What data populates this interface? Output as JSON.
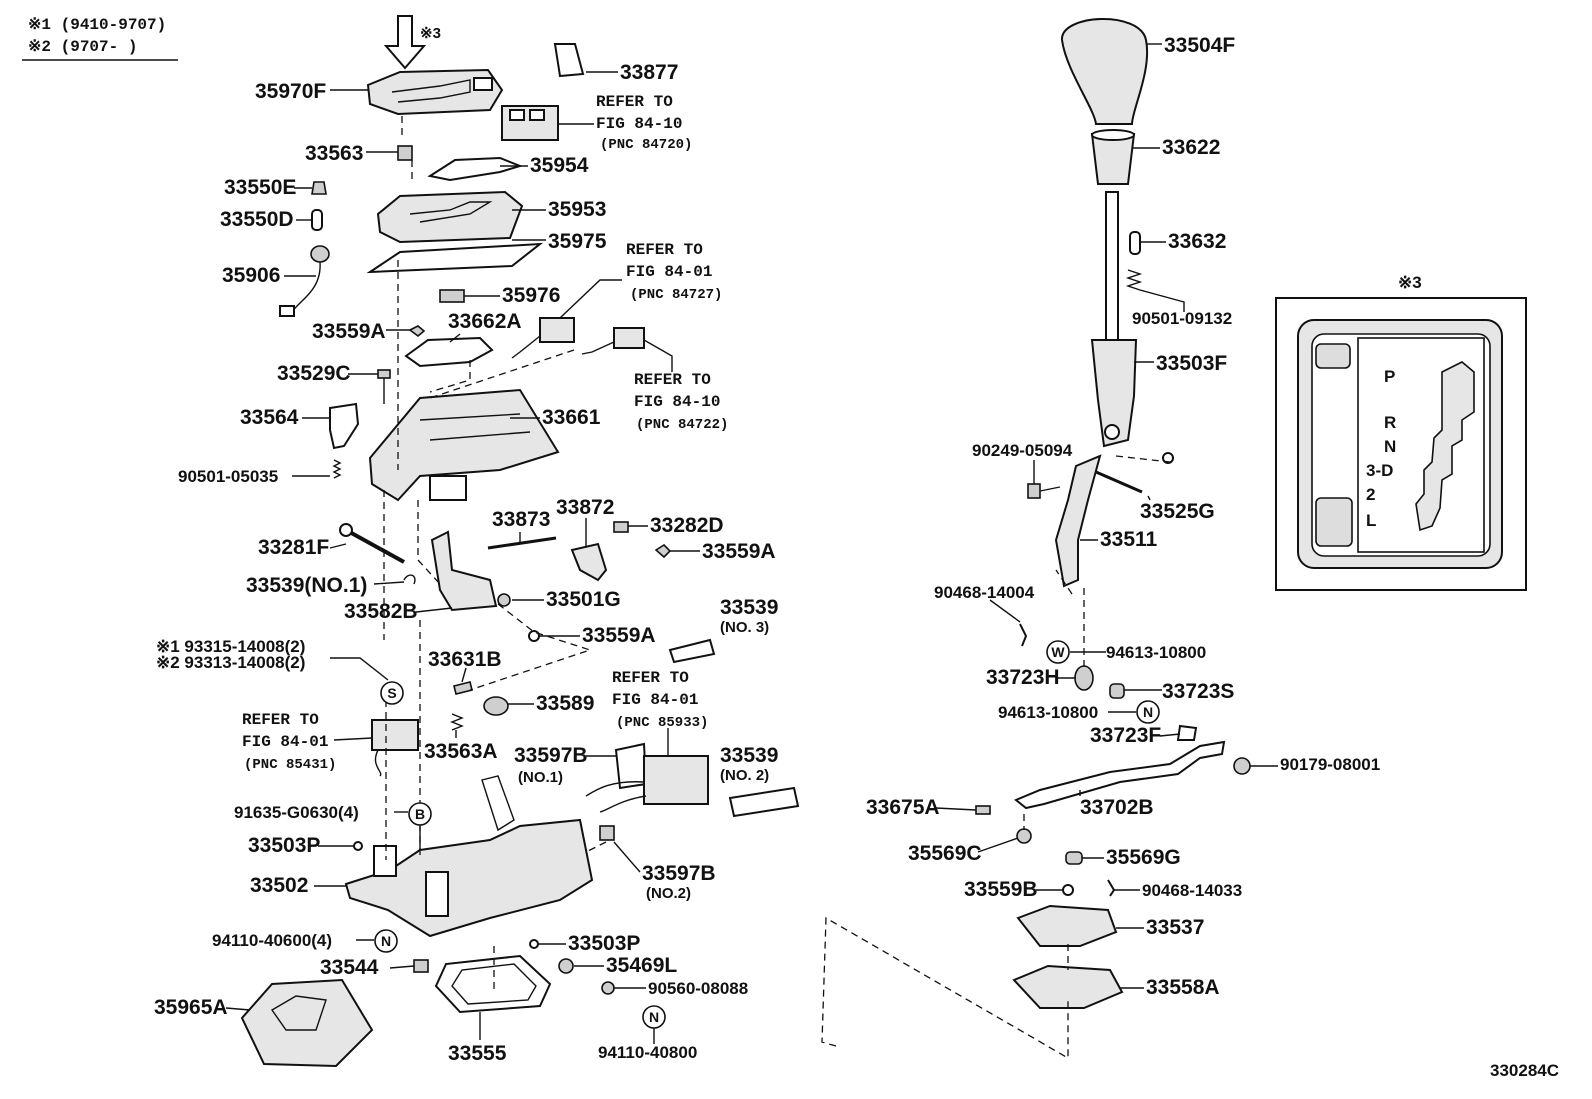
{
  "legend": {
    "note1": "※1 (9410-9707)",
    "note2": "※2 (9707-      )",
    "ref3": "※3"
  },
  "labels": {
    "p35970F": "35970F",
    "p33563": "33563",
    "p33550E": "33550E",
    "p33550D": "33550D",
    "p35906": "35906",
    "p33559A_1": "33559A",
    "p33529C": "33529C",
    "p33564": "33564",
    "p90501_05035": "90501-05035",
    "p33877": "33877",
    "p35954": "35954",
    "p35953": "35953",
    "p35975": "35975",
    "p35976": "35976",
    "p33662A": "33662A",
    "p33661": "33661",
    "p33873": "33873",
    "p33872": "33872",
    "p33282D": "33282D",
    "p33559A_2": "33559A",
    "p33281F": "33281F",
    "p33539_no1": "33539(NO.1)",
    "p33582B": "33582B",
    "p33501G": "33501G",
    "p33559A_3": "33559A",
    "p33539_no3": "33539",
    "p33539_no3_sub": "(NO. 3)",
    "p93315": "※1 93315-14008(2)",
    "p93313": "※2 93313-14008(2)",
    "p33631B": "33631B",
    "p33589": "33589",
    "p33563A": "33563A",
    "p33597B_1": "33597B",
    "p33597B_1_sub": "(NO.1)",
    "p33539_no2": "33539",
    "p33539_no2_sub": "(NO. 2)",
    "p91635": "91635-G0630(4)",
    "p33503P_1": "33503P",
    "p33502": "33502",
    "p33597B_2": "33597B",
    "p33597B_2_sub": "(NO.2)",
    "p94110_40600": "94110-40600(4)",
    "p33503P_2": "33503P",
    "p33544": "33544",
    "p35469L": "35469L",
    "p90560": "90560-08088",
    "p35965A": "35965A",
    "p33555": "33555",
    "p94110_40800": "94110-40800",
    "p33504F": "33504F",
    "p33622": "33622",
    "p33632": "33632",
    "p90501_09132": "90501-09132",
    "p33503F": "33503F",
    "p90249": "90249-05094",
    "p33525G": "33525G",
    "p33511": "33511",
    "p90468_14004": "90468-14004",
    "p94613_1": "94613-10800",
    "p33723H": "33723H",
    "p33723S": "33723S",
    "p94613_2": "94613-10800",
    "p33723F": "33723F",
    "p90179": "90179-08001",
    "p33675A": "33675A",
    "p33702B": "33702B",
    "p35569C": "35569C",
    "p35569G": "35569G",
    "p33559B": "33559B",
    "p90468_14033": "90468-14033",
    "p33537": "33537",
    "p33558A": "33558A",
    "diagram_id": "330284C"
  },
  "refs": {
    "r1_a": "REFER TO",
    "r1_b": "FIG 84-10",
    "r1_c": "(PNC 84720)",
    "r2_a": "REFER TO",
    "r2_b": "FIG 84-01",
    "r2_c": "(PNC 84727)",
    "r3_a": "REFER TO",
    "r3_b": "FIG 84-10",
    "r3_c": "(PNC 84722)",
    "r4_a": "REFER TO",
    "r4_b": "FIG 84-01",
    "r4_c": "(PNC 85933)",
    "r5_a": "REFER TO",
    "r5_b": "FIG 84-01",
    "r5_c": "(PNC 85431)"
  },
  "circles": {
    "s": "S",
    "b": "B",
    "n1": "N",
    "n2": "N",
    "w": "W",
    "n3": "N"
  },
  "gate_inset": {
    "title": "※3",
    "positions": [
      "P",
      "R",
      "N",
      "3-D",
      "2",
      "L"
    ]
  }
}
